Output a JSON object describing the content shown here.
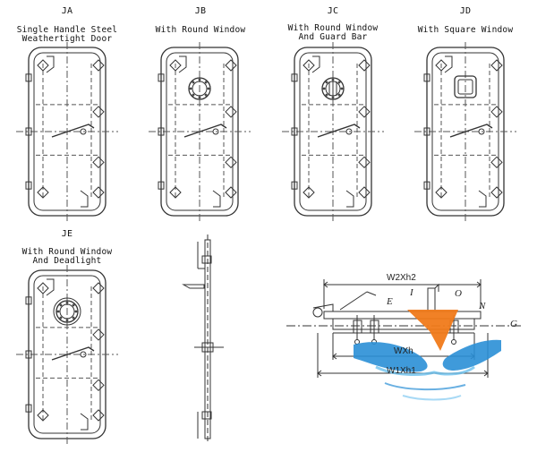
{
  "colors": {
    "line": "#333333",
    "dash": "#555555",
    "logo_orange": "#f07a1a",
    "logo_blue": "#2a8fd6",
    "logo_blue_light": "#6cc0ee"
  },
  "variants": [
    {
      "code": "JA",
      "caption_lines": [
        "Single Handle Steel",
        "Weathertight Door"
      ],
      "window": "none"
    },
    {
      "code": "JB",
      "caption_lines": [
        "With Round Window"
      ],
      "window": "round"
    },
    {
      "code": "JC",
      "caption_lines": [
        "With Round Window",
        "And Guard Bar"
      ],
      "window": "round-guard"
    },
    {
      "code": "JD",
      "caption_lines": [
        "With Square Window"
      ],
      "window": "square"
    },
    {
      "code": "JE",
      "caption_lines": [
        "With Round Window",
        "And Deadlight"
      ],
      "window": "round-deadlight"
    }
  ],
  "section_view": {
    "dimensions": [
      "W2Xh2",
      "WXh",
      "W1Xh1"
    ]
  },
  "logo": {
    "icon": "ship-sail-logo",
    "letters": [
      "E",
      "I",
      "O",
      "N",
      "G"
    ]
  }
}
